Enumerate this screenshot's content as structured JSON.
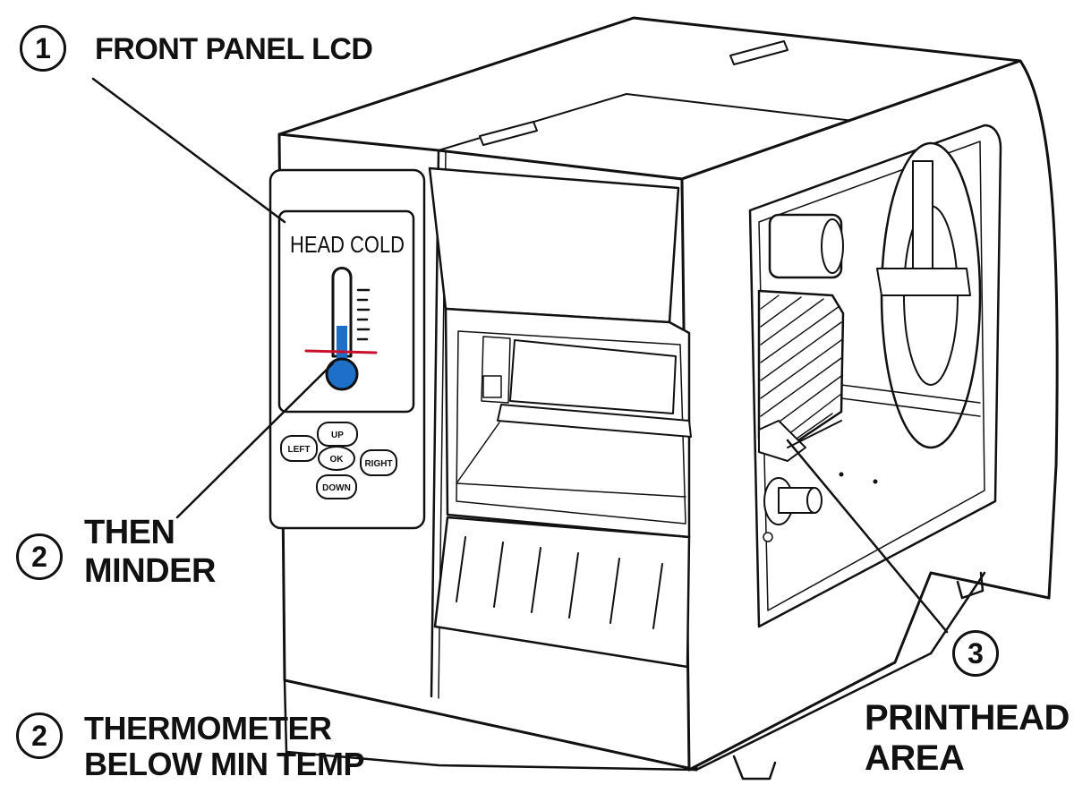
{
  "callouts": [
    {
      "number": "1",
      "line1": "FRONT PANEL LCD",
      "line2": ""
    },
    {
      "number": "2",
      "line1": "THEN",
      "line2": "MINDER"
    },
    {
      "number": "2",
      "line1": "THERMOMETER",
      "line2": "BELOW MIN TEMP"
    },
    {
      "number": "3",
      "line1": "PRINTHEAD",
      "line2": "AREA"
    }
  ],
  "lcd": {
    "message": "HEAD COLD",
    "thermometer_fill_color": "#1e6fc8",
    "min_temp_line_color": "#c8102e"
  },
  "keypad": {
    "up": "UP",
    "left": "LEFT",
    "ok": "OK",
    "right": "RIGHT",
    "down": "DOWN"
  }
}
